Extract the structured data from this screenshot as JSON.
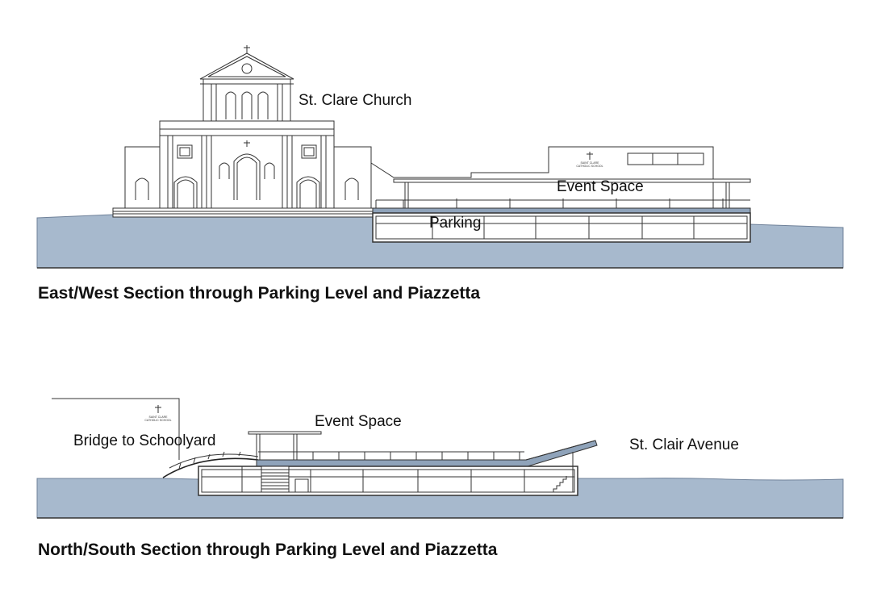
{
  "section1": {
    "caption": "East/West Section through Parking Level and Piazzetta",
    "labels": {
      "church": "St. Clare Church",
      "event_space": "Event Space",
      "parking": "Parking"
    }
  },
  "section2": {
    "caption": "North/South Section through Parking Level and Piazzetta",
    "labels": {
      "event_space": "Event Space",
      "bridge": "Bridge to Schoolyard",
      "avenue": "St. Clair Avenue"
    }
  },
  "colors": {
    "ground": "#a7b9cd",
    "ground_edge": "#6f8199",
    "linework": "#333333"
  }
}
